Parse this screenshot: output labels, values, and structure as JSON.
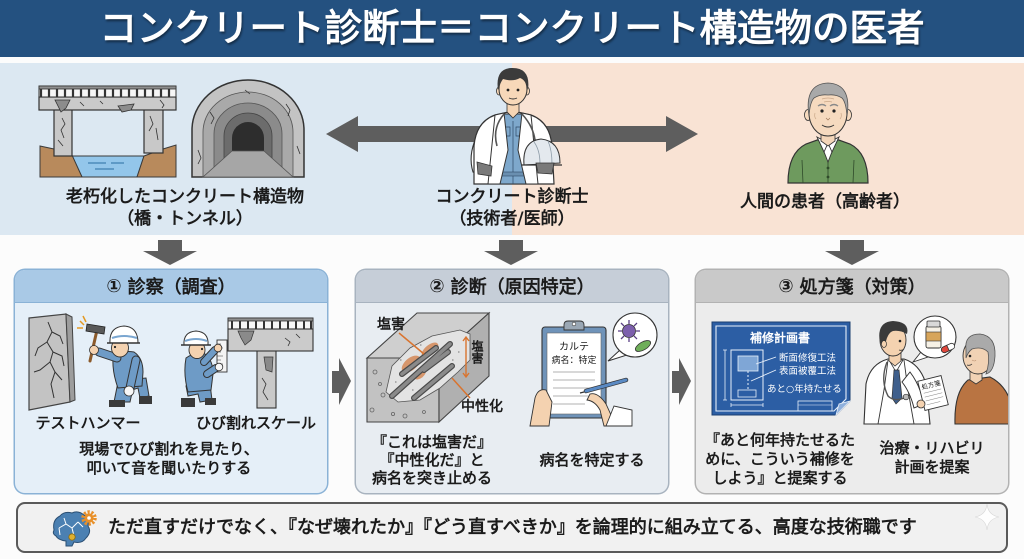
{
  "header": {
    "title": "コンクリート診断士＝コンクリート構造物の医者"
  },
  "analogy": {
    "connector_icon": "double-headed-arrow",
    "structure": {
      "icon": "aging-bridge-and-tunnel",
      "label_line1": "老朽化したコンクリート構造物",
      "label_line2": "（橋・トンネル）"
    },
    "diagnostician": {
      "icon": "doctor-engineer-with-helmet",
      "label_line1": "コンクリート診断士",
      "label_line2": "（技術者/医師）"
    },
    "patient": {
      "icon": "elderly-man",
      "label": "人間の患者（高齢者）"
    }
  },
  "steps": [
    {
      "number": "①",
      "title": "診察（調査）",
      "tools": [
        {
          "icon": "test-hammer-worker",
          "label": "テストハンマー"
        },
        {
          "icon": "crack-scale-worker",
          "label": "ひび割れスケール"
        }
      ],
      "description": [
        "現場でひび割れを見たり、",
        "叩いて音を聞いたりする"
      ]
    },
    {
      "number": "②",
      "title": "診断（原因特定）",
      "diagram_labels": {
        "salt_damage": "塩害",
        "salt_damage_depth": "塩害",
        "carbonation": "中性化"
      },
      "medical_chart": {
        "title": "カルテ",
        "line": "病名：特定"
      },
      "left_text": [
        "『これは塩害だ』",
        "『中性化だ』と",
        "病名を突き止める"
      ],
      "right_text": [
        "病名を特定する"
      ]
    },
    {
      "number": "③",
      "title": "処方箋（対策）",
      "blueprint": {
        "title": "補修計画書",
        "items": [
          "断面修復工法",
          "表面被覆工法",
          "あと○年持たせる"
        ]
      },
      "prescription_label": "処方箋",
      "left_text": [
        "『あと何年持たせるた",
        "めに、こういう補修を",
        "しよう』と提案する"
      ],
      "right_text": [
        "治療・リハビリ",
        "計画を提案"
      ]
    }
  ],
  "footer": {
    "icon": "brain-gear-icon",
    "message": "ただ直すだけでなく、『なぜ壊れたか』『どう直すべきか』を論理的に組み立てる、高度な技術職です"
  },
  "theme": {
    "header_bg": "#245180",
    "structure_bg": "#dce8f2",
    "patient_bg": "#f9e3d4",
    "arrow": "#5e5e5e",
    "step1_header": "#a9c9e6",
    "step1_body": "#e5eff8",
    "step1_border": "#8ab2d6",
    "step2_header": "#c6ced8",
    "step2_body": "#e8edf2",
    "step2_border": "#a8b3bf",
    "step3_header": "#c9c9c9",
    "step3_body": "#ececec",
    "step3_border": "#b2b2b2",
    "footer_border": "#5a5a5a",
    "footer_bg": "#f1f1f1"
  }
}
